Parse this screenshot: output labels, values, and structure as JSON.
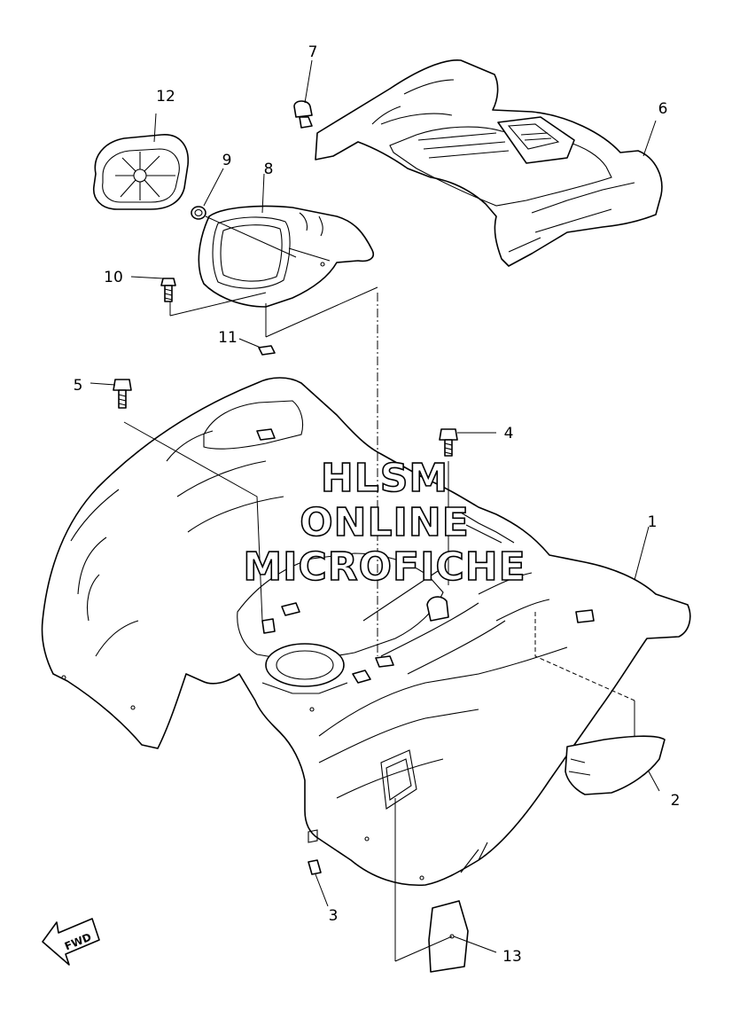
{
  "callouts": {
    "c1": "1",
    "c2": "2",
    "c3": "3",
    "c4": "4",
    "c5": "5",
    "c6": "6",
    "c7": "7",
    "c8": "8",
    "c9": "9",
    "c10": "10",
    "c11": "11",
    "c12": "12",
    "c13": "13"
  },
  "watermark": {
    "line1": "HLSM",
    "line2": "ONLINE",
    "line3": "MICROFICHE"
  },
  "direction_arrow": {
    "label": "FWD"
  }
}
